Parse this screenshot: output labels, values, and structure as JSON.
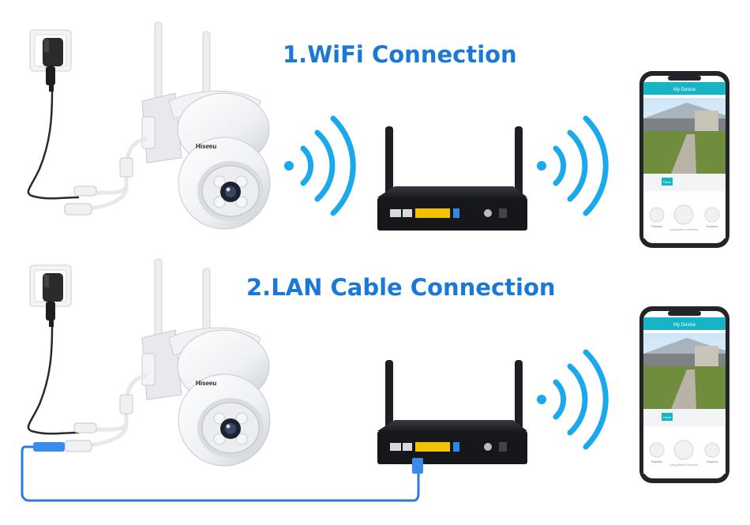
{
  "sections": [
    {
      "title": "1.WiFi Connection",
      "camera": {
        "brand": "Hiseeu"
      },
      "phone": {
        "header": "My Device",
        "quality_badge": "Fluent",
        "buttons": [
          "Playback",
          "",
          "Snapshot"
        ],
        "hint": "Long press to Intercom"
      }
    },
    {
      "title": "2.LAN Cable Connection",
      "camera": {
        "brand": "Hiseeu"
      },
      "phone": {
        "header": "My Device",
        "quality_badge": "Fluent",
        "buttons": [
          "Playback",
          "",
          "Snapshot"
        ],
        "hint": "Long press to Intercom"
      }
    }
  ],
  "colors": {
    "title": "#1a78d6",
    "wifi_waves": "#19a9ec",
    "lan_cable": "#2a7be4",
    "router_ports": "#f2c200",
    "phone_accent": "#17b4c8"
  },
  "icons": [
    "wall-outlet-icon",
    "power-adapter-icon",
    "wifi-waves-icon",
    "router-icon",
    "smartphone-icon",
    "ptz-camera-icon"
  ]
}
